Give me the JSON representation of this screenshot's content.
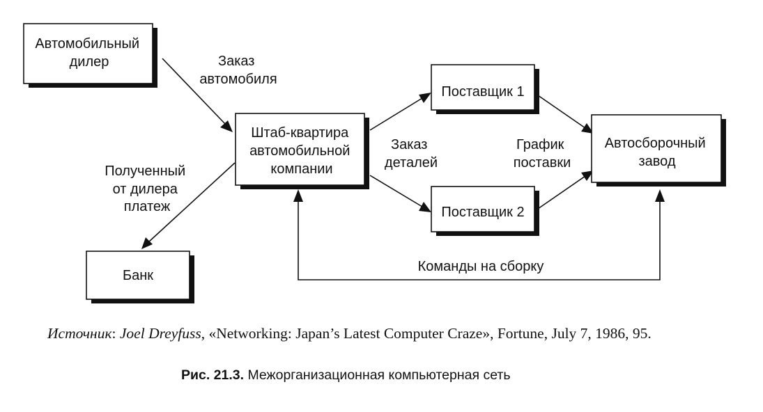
{
  "nodes": {
    "dealer": [
      "Автомобильный",
      "дилер"
    ],
    "hq": [
      "Штаб-квартира",
      "автомобильной",
      "компании"
    ],
    "supplier1": [
      "Поставщик 1"
    ],
    "supplier2": [
      "Поставщик 2"
    ],
    "plant": [
      "Автосборочный",
      "завод"
    ],
    "bank": [
      "Банк"
    ]
  },
  "edges": {
    "car_order": [
      "Заказ",
      "автомобиля"
    ],
    "payment": [
      "Полученный",
      "от дилера",
      "платеж"
    ],
    "parts_order": [
      "Заказ",
      "деталей"
    ],
    "delivery_schedule": [
      "График",
      "поставки"
    ],
    "assembly_commands": [
      "Команды на сборку"
    ]
  },
  "source": {
    "label": "Источник",
    "author": "Joel Dreyfuss",
    "rest": ", «Networking: Japan’s Latest Computer Craze», Fortune, July 7, 1986, 95."
  },
  "caption": {
    "number": "Рис. 21.3.",
    "text": "Межорганизационная компьютерная сеть"
  }
}
